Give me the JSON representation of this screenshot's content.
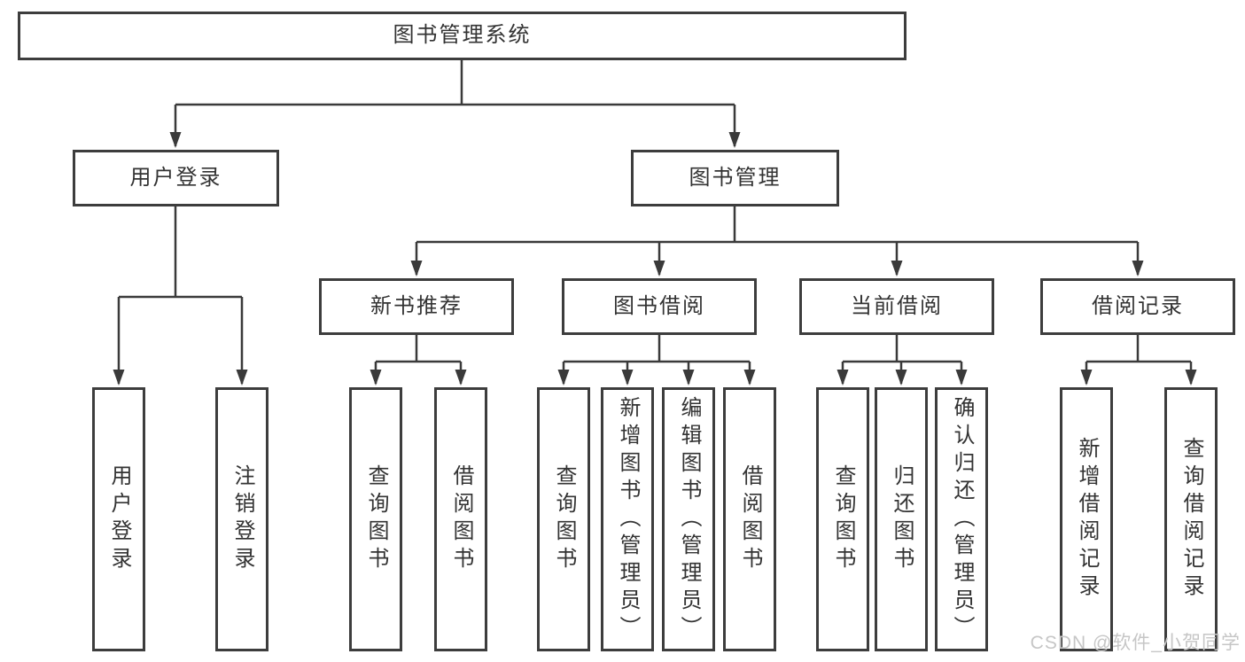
{
  "diagram": {
    "type": "hierarchy-tree",
    "title": "图书管理系统"
  },
  "tree": {
    "label": "图书管理系统",
    "children": [
      {
        "label": "用户登录",
        "children": [
          {
            "label": "用户登录"
          },
          {
            "label": "注销登录"
          }
        ]
      },
      {
        "label": "图书管理",
        "children": [
          {
            "label": "新书推荐",
            "children": [
              {
                "label": "查询图书"
              },
              {
                "label": "借阅图书"
              }
            ]
          },
          {
            "label": "图书借阅",
            "children": [
              {
                "label": "查询图书"
              },
              {
                "label": "新增图书（管理员）"
              },
              {
                "label": "编辑图书（管理员）"
              },
              {
                "label": "借阅图书"
              }
            ]
          },
          {
            "label": "当前借阅",
            "children": [
              {
                "label": "查询图书"
              },
              {
                "label": "归还图书"
              },
              {
                "label": "确认归还（管理员）"
              }
            ]
          },
          {
            "label": "借阅记录",
            "children": [
              {
                "label": "新增借阅记录"
              },
              {
                "label": "查询借阅记录"
              }
            ]
          }
        ]
      }
    ]
  },
  "watermark": {
    "text": "CSDN @软件_小贺同学"
  },
  "colors": {
    "line": "#3a3a3a",
    "border": "#3d3d3d",
    "text": "#333333",
    "watermark": "#c6c6c6",
    "background": "#ffffff"
  }
}
